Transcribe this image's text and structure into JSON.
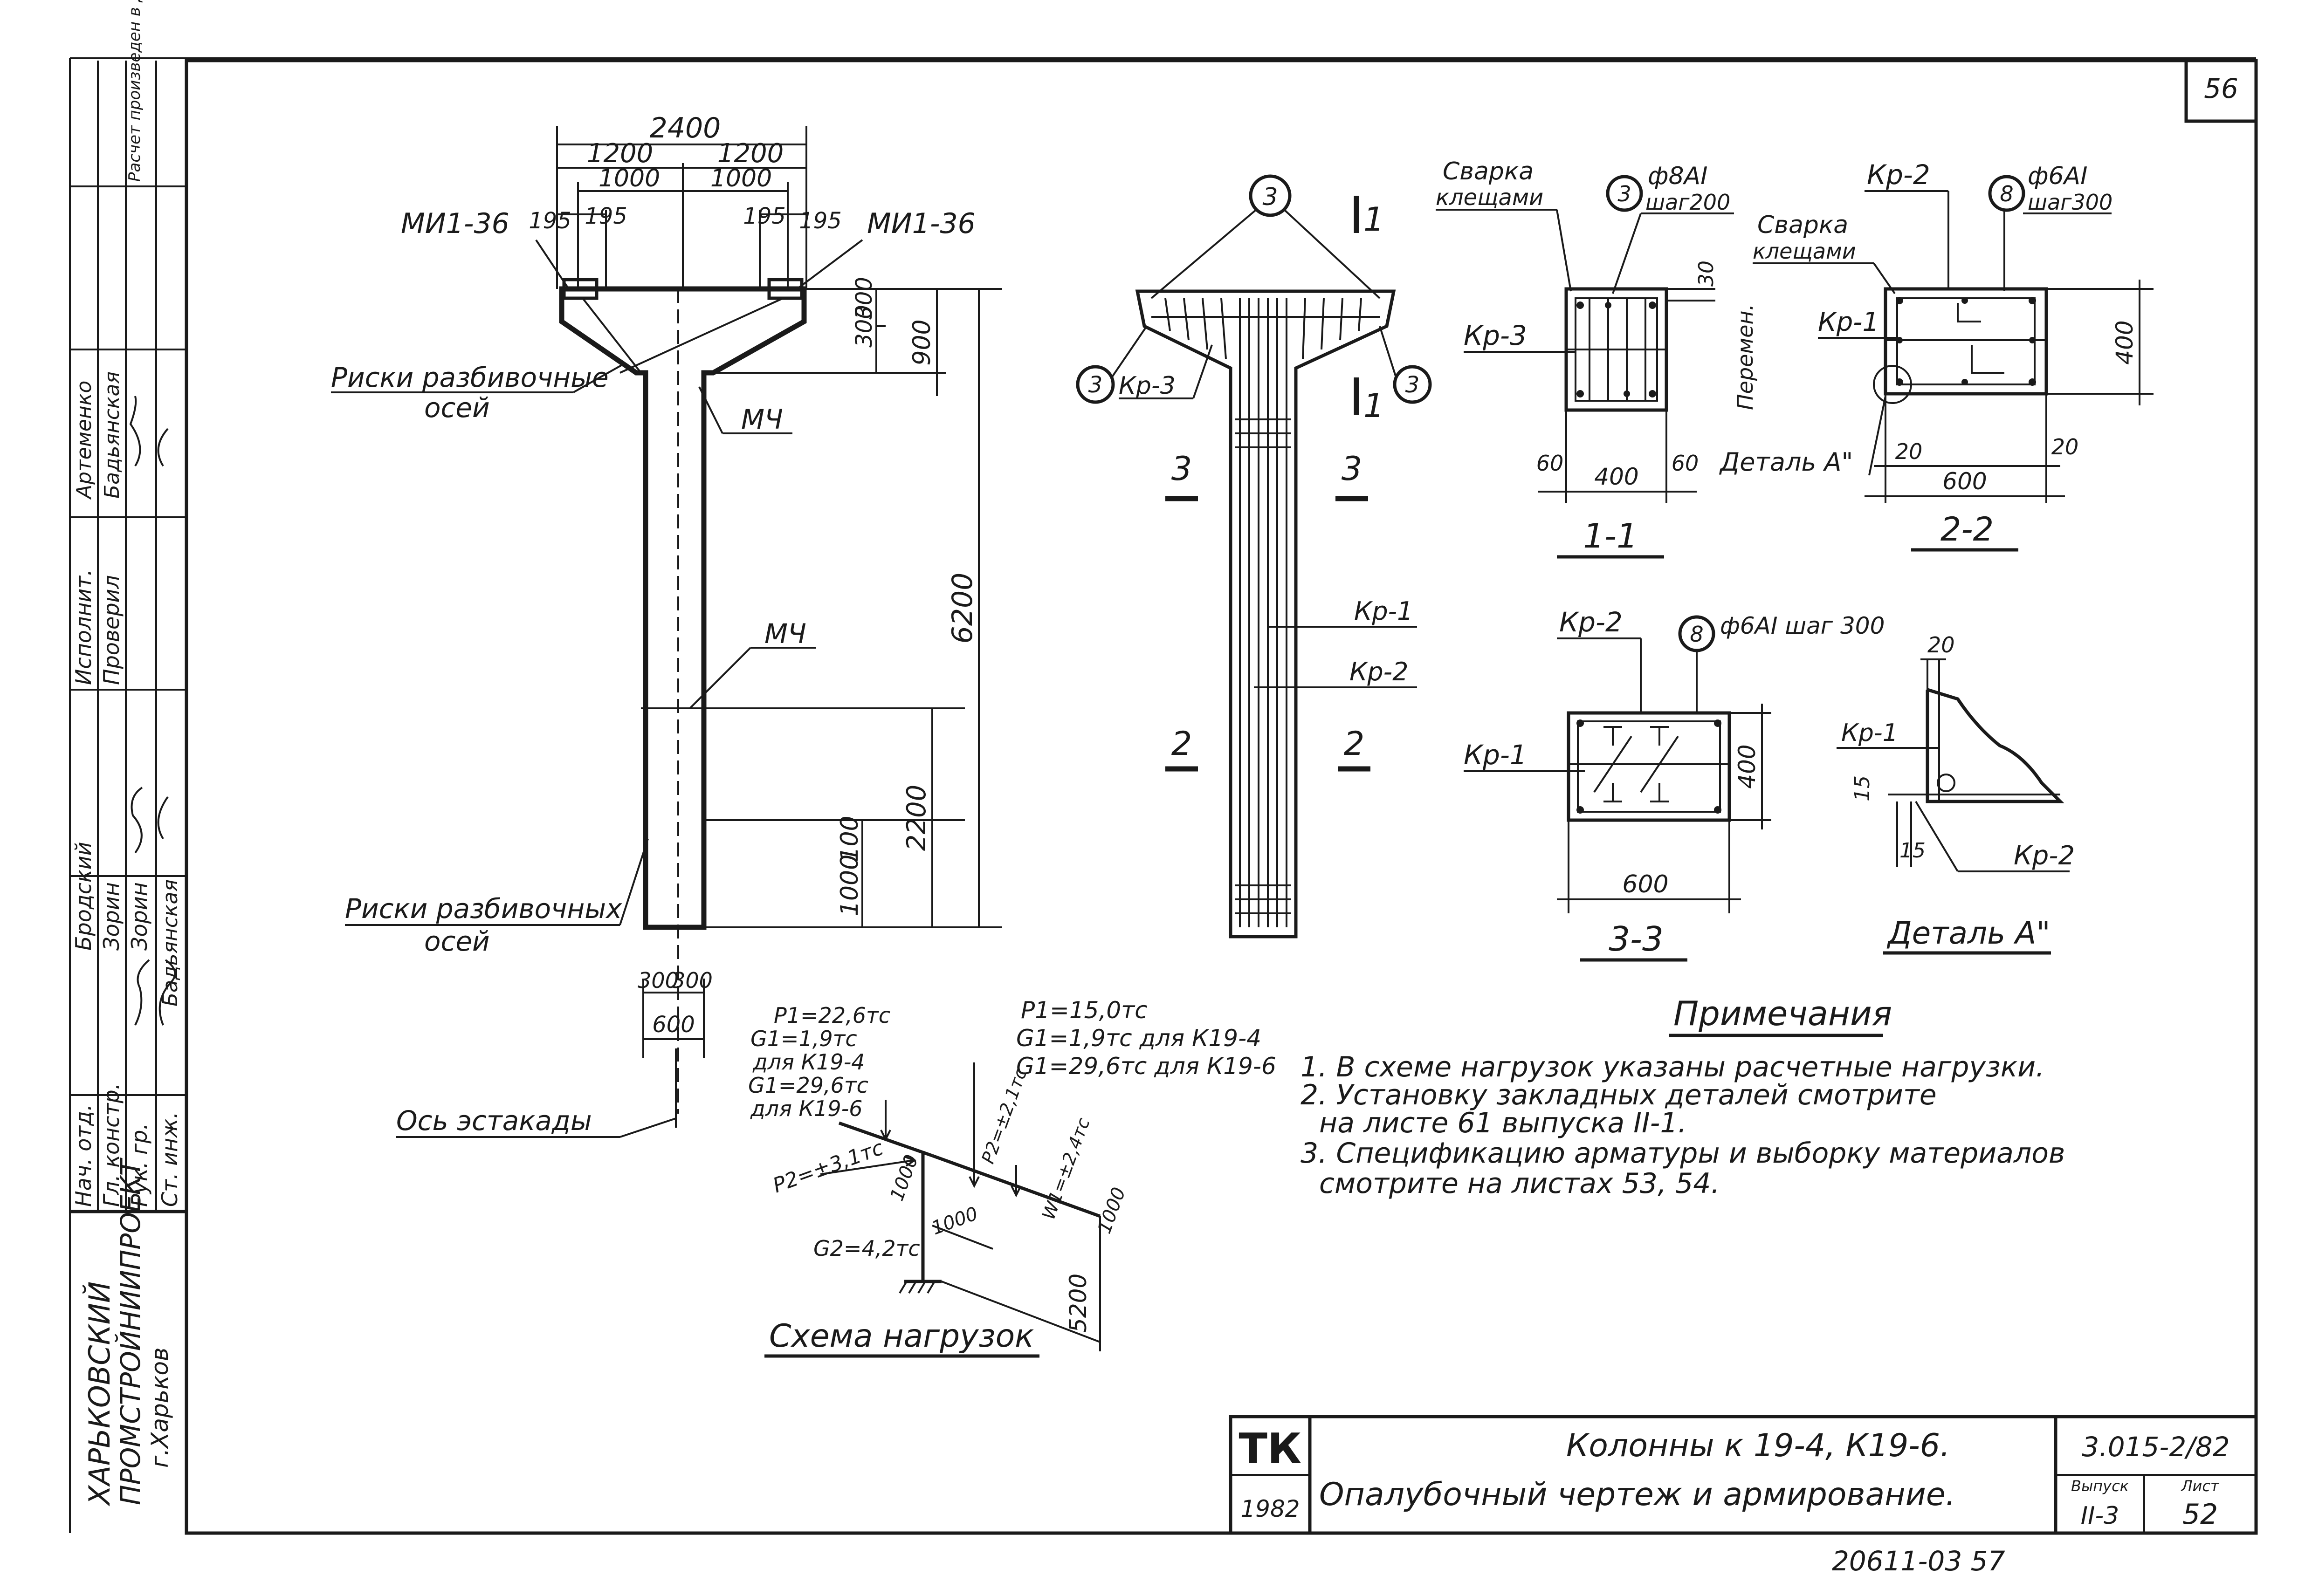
{
  "sheet_number": "56",
  "left_stamp": {
    "org": [
      "ХАРЬКОВСКИЙ",
      "ПРОМСТРОЙНИИПРОЕКТ",
      "г.Харьков"
    ],
    "roles": [
      "Нач. отд.",
      "Гл. констр.",
      "Рук. гр.",
      "Ст. инж.",
      "Исполнит.",
      "Проверил"
    ],
    "names": [
      "Бродский",
      "Зорин",
      "Зорин",
      "Бадьянская",
      "Артеменко",
      "Бадьянская"
    ],
    "note": [
      "Расчет произведен в ДМИТРе по программе КВС"
    ]
  },
  "front_view": {
    "dims_top": [
      "2400",
      "1200",
      "1200",
      "1000",
      "1000",
      "195",
      "195",
      "195",
      "195"
    ],
    "embed_left": "МИ1-36",
    "embed_right": "МИ1-36",
    "marks_top": [
      "Риски разбивочные",
      "осей"
    ],
    "m4_upper": "МЧ",
    "m4_middle": "МЧ",
    "marks_bottom": [
      "Риски разбивочных",
      "осей"
    ],
    "dims_right": [
      "300",
      "300",
      "900",
      "6200",
      "100",
      "1000",
      "2200"
    ],
    "dims_bottom": [
      "300",
      "300",
      "600"
    ],
    "axis_label": "Ось эстакады"
  },
  "rebar_view": {
    "bubble_top": "3",
    "bubble_left": "3",
    "bubble_right": "3",
    "label_kp3": "Кр-3",
    "section_1": "1",
    "section_2": "2",
    "section_3": "3",
    "label_kp1": "Кр-1",
    "label_kp2": "Кр-2"
  },
  "section_1_1": {
    "title": "1-1",
    "welding": [
      "Сварка",
      "клещами"
    ],
    "bubble": "3",
    "bar": "ф8АI",
    "step": "шаг200",
    "kp": "Кр-3",
    "variable": "Перемен.",
    "dim_30": "30",
    "dims_bottom": [
      "60",
      "400",
      "60"
    ],
    "detail_ref": "Деталь А\""
  },
  "section_2_2": {
    "title": "2-2",
    "kp2": "Кр-2",
    "bubble": "8",
    "bar": "ф6АI",
    "step": "шаг300",
    "welding": [
      "Сварка",
      "клещами"
    ],
    "kp1": "Кр-1",
    "dim_400": "400",
    "dims_bottom": [
      "20",
      "600",
      "20"
    ]
  },
  "section_3_3": {
    "title": "3-3",
    "kp2": "Кр-2",
    "bubble": "8",
    "bar": "ф6АI шаг 300",
    "kp1": "Кр-1",
    "dim_400": "400",
    "dim_600": "600"
  },
  "detail_a": {
    "title": "Деталь А\"",
    "dim_20": "20",
    "kp1": "Кр-1",
    "dim_15a": "15",
    "dim_15b": "15",
    "kp2": "Кр-2"
  },
  "load_scheme": {
    "title": "Схема нагрузок",
    "left_loads": [
      "P1=22,6тс",
      "G1=1,9тс",
      "для К19-4",
      "G1=29,6тс",
      "для К19-6"
    ],
    "right_loads": [
      "P1=15,0тс",
      "G1=1,9тс для К19-4",
      "G1=29,6тс для К19-6"
    ],
    "p2": "P2=±3,1тс",
    "p2_right": "P2=±2,1тс",
    "w1": "W1=±2,4тс",
    "g2": "G2=4,2тс",
    "dims": [
      "1000",
      "1000",
      "1000",
      "5200"
    ]
  },
  "notes": {
    "title": "Примечания",
    "items": [
      "1. В схеме нагрузок указаны расчетные нагрузки.",
      "2. Установку закладных деталей смотрите",
      "на листе 61 выпуска II-1.",
      "3. Спецификацию арматуры и выборку материалов",
      "смотрите на листах 53, 54."
    ]
  },
  "title_block": {
    "mark": "ТК",
    "year": "1982",
    "title_line1": "Колонны к 19-4, К19-6.",
    "title_line2": "Опалубочный чертеж и армирование.",
    "doc_code": "3.015-2/82",
    "issue_label": "Выпуск",
    "issue": "II-3",
    "sheet_label": "Лист",
    "sheet": "52"
  },
  "footer_code": "20611-03 57"
}
